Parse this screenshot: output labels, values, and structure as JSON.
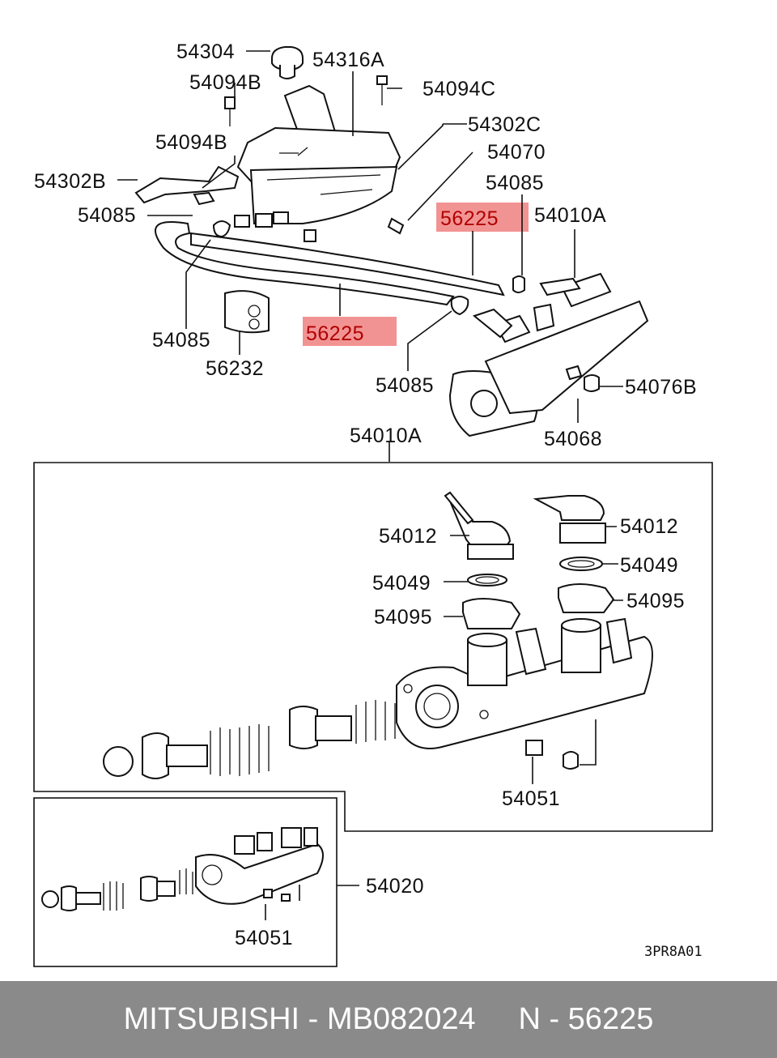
{
  "diagram": {
    "labels": {
      "l_54304": "54304",
      "l_54316A": "54316A",
      "l_54094B_top": "54094B",
      "l_54094C": "54094C",
      "l_54302C": "54302C",
      "l_54094B_mid": "54094B",
      "l_54070": "54070",
      "l_54302B": "54302B",
      "l_54085_r": "54085",
      "l_54085_l": "54085",
      "l_56225_top": "56225",
      "l_54010A_top": "54010A",
      "l_54085_bl": "54085",
      "l_56225_mid": "56225",
      "l_56232": "56232",
      "l_54085_bm": "54085",
      "l_54076B": "54076B",
      "l_54068": "54068",
      "l_54010A_box": "54010A",
      "l_54012_l": "54012",
      "l_54012_r": "54012",
      "l_54049_l": "54049",
      "l_54049_r": "54049",
      "l_54095_l": "54095",
      "l_54095_r": "54095",
      "l_54051_box": "54051",
      "l_54020": "54020",
      "l_54051_low": "54051"
    },
    "diagram_code": "3PR8A01",
    "highlight_color": "#f08080"
  },
  "footer": {
    "text": "MITSUBISHI - MB082024     N - 56225",
    "background": "#8a8a8a"
  }
}
